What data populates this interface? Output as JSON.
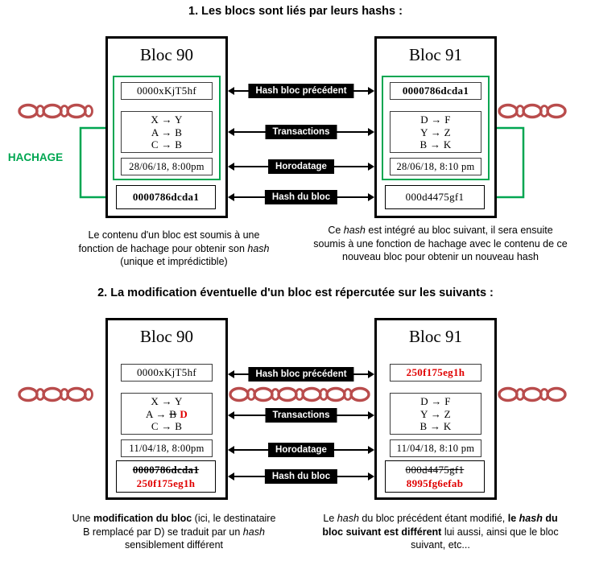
{
  "colors": {
    "green": "#00a651",
    "red": "#e00000",
    "chain": "#b94c4c",
    "label_bg": "#000000"
  },
  "row_labels": [
    "Hash bloc précédent",
    "Transactions",
    "Horodatage",
    "Hash du bloc"
  ],
  "section1": {
    "title": "1. Les blocs sont liés par leurs hashs :",
    "hachage": "HACHAGE",
    "bloc90": {
      "title": "Bloc 90",
      "prev_hash": "0000xKjT5hf",
      "tx": [
        "X → Y",
        "A → B",
        "C → B"
      ],
      "timestamp": "28/06/18, 8:00pm",
      "hash": "0000786dcda1"
    },
    "bloc91": {
      "title": "Bloc 91",
      "prev_hash": "0000786dcda1",
      "tx": [
        "D → F",
        "Y → Z",
        "B → K"
      ],
      "timestamp": "28/06/18, 8:10 pm",
      "hash": "000d4475gf1"
    },
    "caption_left": {
      "p1": "Le contenu d'un bloc est soumis à une fonction de hachage pour obtenir son ",
      "p2": "hash",
      "p3": " (unique et imprédictible)"
    },
    "caption_right": {
      "p1": "Ce ",
      "p2": "hash",
      "p3": " est intégré au bloc suivant, il sera ensuite soumis à une fonction de hachage avec le contenu de ce nouveau bloc pour obtenir un nouveau hash"
    }
  },
  "section2": {
    "title": "2. La modification éventuelle d'un bloc est répercutée sur les suivants :",
    "bloc90": {
      "title": "Bloc 90",
      "prev_hash": "0000xKjT5hf",
      "tx1": "X → Y",
      "tx2_pre": "A → ",
      "tx2_struck": "B",
      "tx2_new": "D",
      "tx3": "C → B",
      "timestamp": "11/04/18, 8:00pm",
      "old_hash": "0000786dcda1",
      "new_hash": "250f175eg1h"
    },
    "bloc91": {
      "title": "Bloc 91",
      "prev_hash": "250f175eg1h",
      "tx": [
        "D → F",
        "Y → Z",
        "B → K"
      ],
      "timestamp": "11/04/18, 8:10 pm",
      "old_hash": "000d4475gf1",
      "new_hash": "8995fg6efab"
    },
    "caption_left": {
      "p1": "Une ",
      "p2": "modification du bloc",
      "p3": " (ici, le destinataire B remplacé par D) se traduit par un ",
      "p4": "hash",
      "p5": " sensiblement différent"
    },
    "caption_right": {
      "p1": "Le ",
      "p2": "hash",
      "p3": " du bloc précédent étant modifié, ",
      "p4": "le ",
      "p5": "hash",
      "p6": " du bloc suivant est différent",
      "p7": " lui aussi, ainsi que le bloc suivant, etc..."
    }
  }
}
